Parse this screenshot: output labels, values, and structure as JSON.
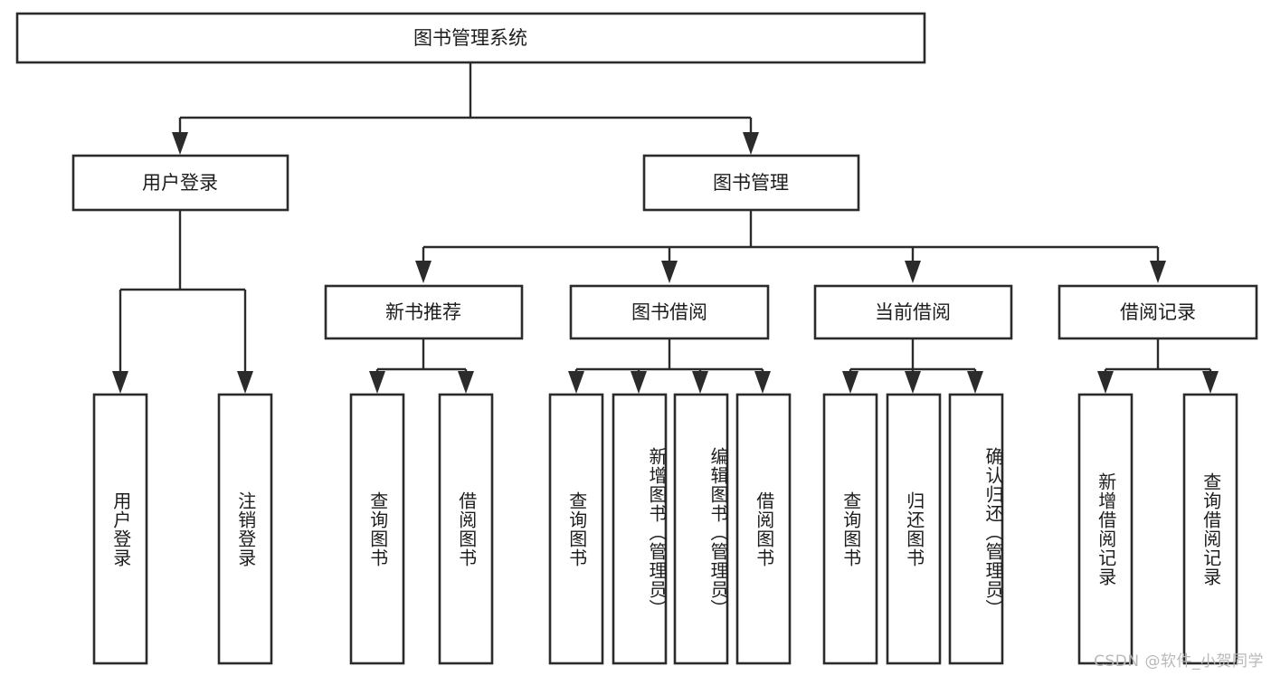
{
  "diagram": {
    "title": "图书管理系统",
    "type": "tree-hierarchy-chart",
    "orientation": "top-down",
    "colors": {
      "box_stroke": "#2b2b2b",
      "box_fill": "#ffffff",
      "line": "#2b2b2b",
      "text": "#1d1d1d",
      "background": "#ffffff",
      "watermark": "#b9b9b9"
    }
  },
  "nodes": {
    "root": {
      "label": "图书管理系统",
      "level": 1
    },
    "level2": [
      {
        "id": "user-login",
        "label": "用户登录"
      },
      {
        "id": "book-manage",
        "label": "图书管理"
      }
    ],
    "level3": [
      {
        "id": "new-book-recommend",
        "label": "新书推荐",
        "parent": "book-manage"
      },
      {
        "id": "book-borrow",
        "label": "图书借阅",
        "parent": "book-manage"
      },
      {
        "id": "current-borrow",
        "label": "当前借阅",
        "parent": "book-manage"
      },
      {
        "id": "borrow-record",
        "label": "借阅记录",
        "parent": "book-manage"
      }
    ],
    "leaves": {
      "user-login": [
        {
          "id": "leaf-user-login",
          "label": "用户登录"
        },
        {
          "id": "leaf-user-logout",
          "label": "注销登录"
        }
      ],
      "new-book-recommend": [
        {
          "id": "leaf-query-book-1",
          "label": "查询图书"
        },
        {
          "id": "leaf-borrow-book-1",
          "label": "借阅图书"
        }
      ],
      "book-borrow": [
        {
          "id": "leaf-query-book-2",
          "label": "查询图书"
        },
        {
          "id": "leaf-add-book",
          "label": "新增图书（管理员）"
        },
        {
          "id": "leaf-edit-book",
          "label": "编辑图书（管理员）"
        },
        {
          "id": "leaf-borrow-book-2",
          "label": "借阅图书"
        }
      ],
      "current-borrow": [
        {
          "id": "leaf-query-book-3",
          "label": "查询图书"
        },
        {
          "id": "leaf-return-book",
          "label": "归还图书"
        },
        {
          "id": "leaf-confirm-return",
          "label": "确认归还（管理员）"
        }
      ],
      "borrow-record": [
        {
          "id": "leaf-add-record",
          "label": "新增借阅记录"
        },
        {
          "id": "leaf-query-record",
          "label": "查询借阅记录"
        }
      ]
    }
  },
  "watermark": {
    "text": "CSDN @软件_小贺同学"
  }
}
